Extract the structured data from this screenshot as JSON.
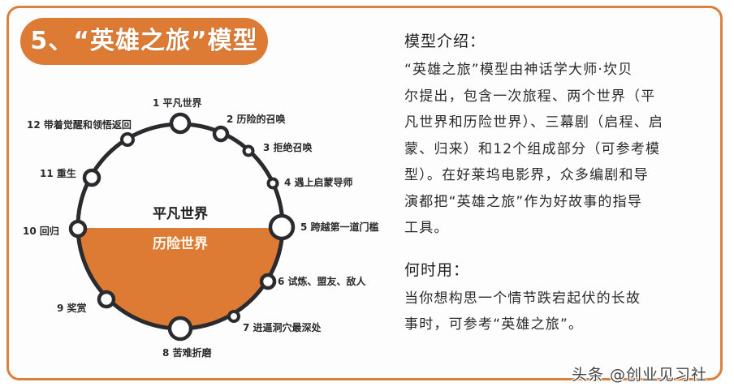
{
  "title": "5、“英雄之旅”模型",
  "colors": {
    "accent": "#dd7b35",
    "frame_border": "#d9813f",
    "ring": "#2b2b2f",
    "node_fill": "#ffffff"
  },
  "diagram": {
    "upper_world_label": "平凡世界",
    "lower_world_label": "历险世界",
    "stages": [
      {
        "num": "1",
        "label": "1 平凡世界"
      },
      {
        "num": "2",
        "label": "2 历险的召唤"
      },
      {
        "num": "3",
        "label": "3 拒绝召唤"
      },
      {
        "num": "4",
        "label": "4 遇上启蒙导师"
      },
      {
        "num": "5",
        "label": "5 跨越第一道门槛"
      },
      {
        "num": "6",
        "label": "6 试炼、盟友、敌人"
      },
      {
        "num": "7",
        "label": "7 进逼洞穴最深处"
      },
      {
        "num": "8",
        "label": "8 苦难折磨"
      },
      {
        "num": "9",
        "label": "9 奖赏"
      },
      {
        "num": "10",
        "label": "10 回归"
      },
      {
        "num": "11",
        "label": "11 重生"
      },
      {
        "num": "12",
        "label": "12 带着觉醒和领悟返回"
      }
    ]
  },
  "panel": {
    "intro_heading": "模型介绍：",
    "intro_lines": [
      "“英雄之旅”模型由神话学大师·坎贝",
      "尔提出，包含一次旅程、两个世界（平",
      "凡世界和历险世界）、三幕剧（启程、启",
      "蒙、归来）和12个组成部分（可参考模",
      "型）。在好莱坞电影界，众多编剧和导",
      "演都把“英雄之旅”作为好故事的指导",
      "工具。"
    ],
    "usage_heading": "何时用：",
    "usage_lines": [
      "当你想构思一个情节跌宕起伏的长故",
      "事时，可参考“英雄之旅”。"
    ]
  },
  "watermark": "头条 @创业见习社"
}
